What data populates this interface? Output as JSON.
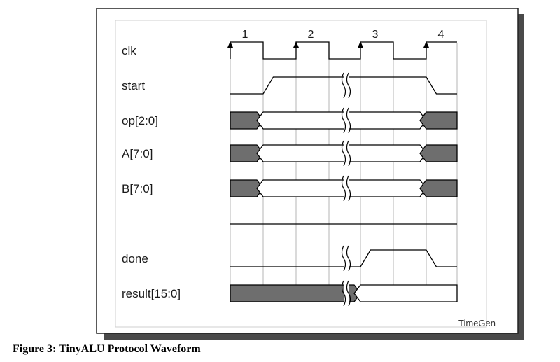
{
  "diagram": {
    "cycle_labels": [
      "1",
      "2",
      "3",
      "4"
    ],
    "signals": [
      {
        "id": "clk",
        "label": "clk",
        "kind": "clock"
      },
      {
        "id": "start",
        "label": "start",
        "kind": "bit",
        "levels": [
          "low",
          "high",
          "high",
          "high",
          "high",
          "high",
          "low"
        ]
      },
      {
        "id": "op",
        "label": "op[2:0]",
        "kind": "bus",
        "states": [
          "shaded",
          "valid",
          "valid",
          "valid",
          "valid",
          "valid",
          "shaded"
        ]
      },
      {
        "id": "a",
        "label": "A[7:0]",
        "kind": "bus",
        "states": [
          "shaded",
          "valid",
          "valid",
          "valid",
          "valid",
          "valid",
          "shaded"
        ]
      },
      {
        "id": "b",
        "label": "B[7:0]",
        "kind": "bus",
        "states": [
          "shaded",
          "valid",
          "valid",
          "valid",
          "valid",
          "valid",
          "shaded"
        ]
      },
      {
        "id": "spacer",
        "label": "",
        "kind": "flat"
      },
      {
        "id": "done",
        "label": "done",
        "kind": "bit",
        "levels": [
          "low",
          "low",
          "low",
          "low",
          "high",
          "high",
          "low"
        ]
      },
      {
        "id": "result",
        "label": "result[15:0]",
        "kind": "bus",
        "states": [
          "shaded",
          "shaded",
          "shaded",
          "shaded",
          "valid",
          "valid",
          "valid"
        ]
      }
    ],
    "brand": "TimeGen",
    "colors": {
      "shade": "#6e6e6e",
      "line": "#000000",
      "grid": "#b5b5b5",
      "panel": "#ffffff",
      "shadow": "#4a4a4a"
    }
  },
  "caption": "Figure 3: TinyALU Protocol Waveform"
}
